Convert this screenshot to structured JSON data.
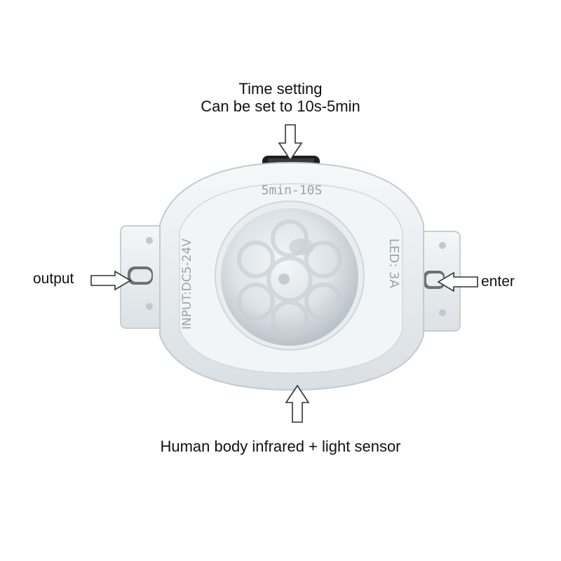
{
  "labels": {
    "time_setting_title": "Time setting",
    "time_setting_range": "Can be set to 10s-5min",
    "output": "output",
    "enter": "enter",
    "sensor": "Human body infrared + light sensor"
  },
  "device_markings": {
    "knob_range": "5min-10S",
    "input": "INPUT:DC5-24V",
    "led": "LED: 3A"
  },
  "colors": {
    "body": "#eef1f3",
    "body_shadow": "#c9d0d6",
    "lens": "#dfe5ea",
    "marking_text": "#9aa3aa",
    "knob": "#1e1e1e",
    "arrow_stroke": "#333333"
  }
}
